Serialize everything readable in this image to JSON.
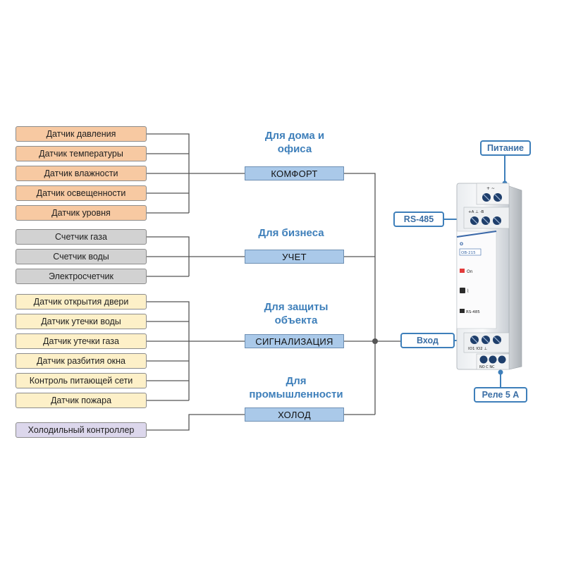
{
  "groups": [
    {
      "heading": [
        "Для дома и",
        "офиса"
      ],
      "category": "КОМФОРТ",
      "sensors": [
        "Датчик давления",
        "Датчик температуры",
        "Датчик влажности",
        "Датчик освещенности",
        "Датчик уровня"
      ]
    },
    {
      "heading": [
        "Для бизнеса"
      ],
      "category": "УЧЕТ",
      "sensors": [
        "Счетчик газа",
        "Счетчик воды",
        "Электросчетчик"
      ]
    },
    {
      "heading": [
        "Для защиты",
        "объекта"
      ],
      "category": "СИГНАЛИЗАЦИЯ",
      "sensors": [
        "Датчик открытия двери",
        "Датчик утечки воды",
        "Датчик утечки газа",
        "Датчик разбития окна",
        "Контроль питающей сети",
        "Датчик пожара"
      ]
    },
    {
      "heading": [
        "Для",
        "промышленности"
      ],
      "category": "ХОЛОД",
      "sensors": [
        "Холодильный контроллер"
      ]
    }
  ],
  "device_labels": {
    "power": "Питание",
    "rs485": "RS-485",
    "input": "Вход",
    "relay": "Реле 5 А"
  },
  "device": {
    "model": "ОВ-215",
    "led_on": "On",
    "led_rs": "RS-485",
    "top_terminals": [
      "+A",
      "⊥",
      "-B"
    ],
    "io_terminals": [
      "IO1",
      "IO2",
      "⊥"
    ],
    "relay_terminals": [
      "NO",
      "C",
      "NC"
    ]
  },
  "colors": {
    "accent": "#3e7fba",
    "comfort_sensors": "#f7c9a2",
    "accounting_sensors": "#d2d2d2",
    "alarm_sensors": "#fdf0c8",
    "cold_sensors": "#dcd7ec",
    "category_fill": "#aac9e9"
  }
}
